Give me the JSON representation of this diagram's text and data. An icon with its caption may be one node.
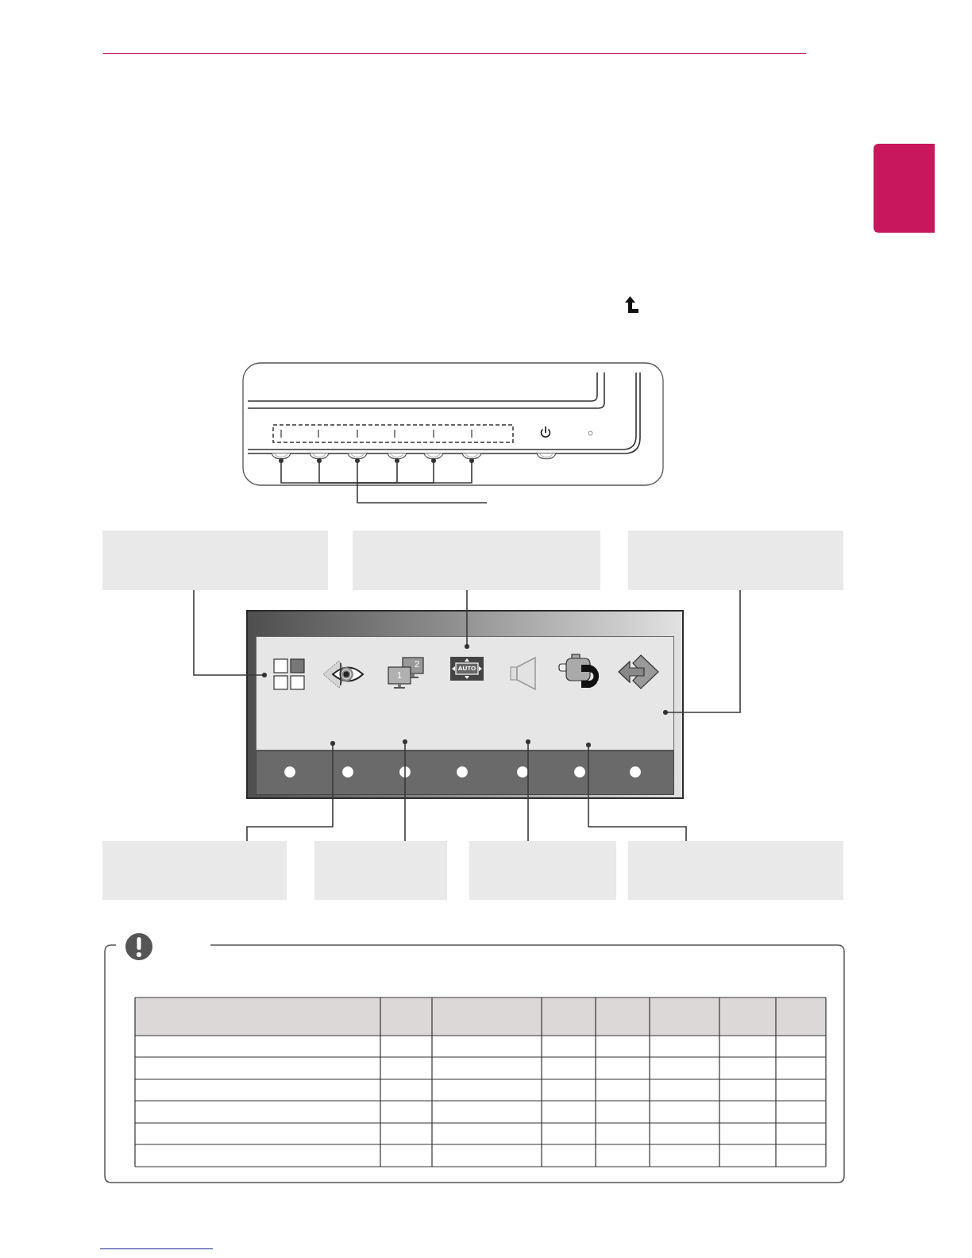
{
  "diagram": {
    "nodes": [
      {
        "text": [],
        "shape": "tab"
      },
      {
        "text": [],
        "shape": "button"
      },
      {
        "text": [],
        "shape": "button"
      },
      {
        "text": [],
        "shape": "button"
      },
      {
        "text": [],
        "shape": "button"
      },
      {
        "text": [],
        "shape": "button"
      },
      {
        "text": [],
        "shape": "button"
      },
      {
        "text": [],
        "shape": "box"
      },
      {
        "text": [],
        "shape": "box"
      },
      {
        "text": [],
        "shape": "box"
      },
      {
        "text": [],
        "shape": "screen"
      },
      {
        "text": [],
        "shape": "box"
      },
      {
        "text": [],
        "shape": "box"
      },
      {
        "text": [],
        "shape": "box"
      },
      {
        "text": [],
        "shape": "box"
      }
    ],
    "edges": [
      {
        "from": null,
        "to": 1,
        "arrow": "other"
      },
      {
        "from": null,
        "to": 2,
        "arrow": "other"
      },
      {
        "from": null,
        "to": 3,
        "arrow": "other"
      },
      {
        "from": null,
        "to": 4,
        "arrow": "other"
      },
      {
        "from": null,
        "to": 5,
        "arrow": "other"
      },
      {
        "from": null,
        "to": 6,
        "arrow": "other"
      },
      {
        "from": 7,
        "to": 10,
        "arrow": "other"
      },
      {
        "from": 8,
        "to": 10,
        "arrow": "other"
      },
      {
        "from": 9,
        "to": 10,
        "arrow": "other"
      },
      {
        "from": 11,
        "to": 10,
        "arrow": "other"
      },
      {
        "from": 12,
        "to": 10,
        "arrow": "other"
      },
      {
        "from": 13,
        "to": 10,
        "arrow": "other"
      },
      {
        "from": 14,
        "to": 10,
        "arrow": "other"
      }
    ],
    "labels": [
      "1",
      "2",
      "AUTO"
    ]
  }
}
